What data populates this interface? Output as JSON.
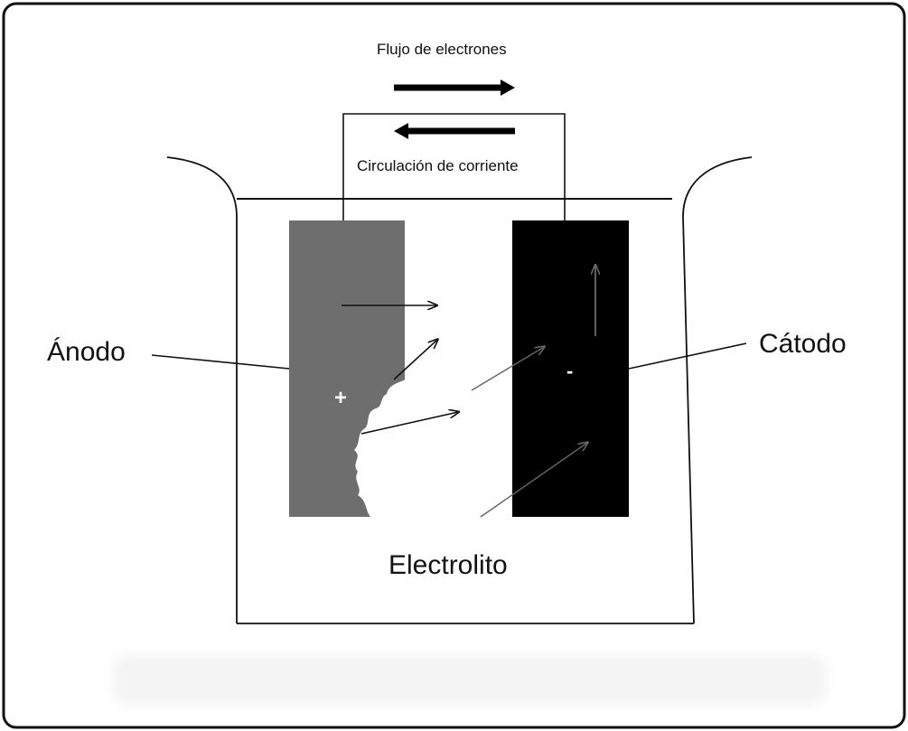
{
  "labels": {
    "electron_flow": "Flujo de electrones",
    "current_flow": "Circulación de corriente",
    "anode": "Ánodo",
    "cathode": "Cátodo",
    "electrolyte": "Electrolito",
    "anode_sign": "+",
    "cathode_sign": "-"
  },
  "colors": {
    "anode_fill": "#6e6e6e",
    "cathode_fill": "#000000",
    "line": "#111111",
    "frame": "#111111",
    "ion_arrow": "#555555"
  }
}
